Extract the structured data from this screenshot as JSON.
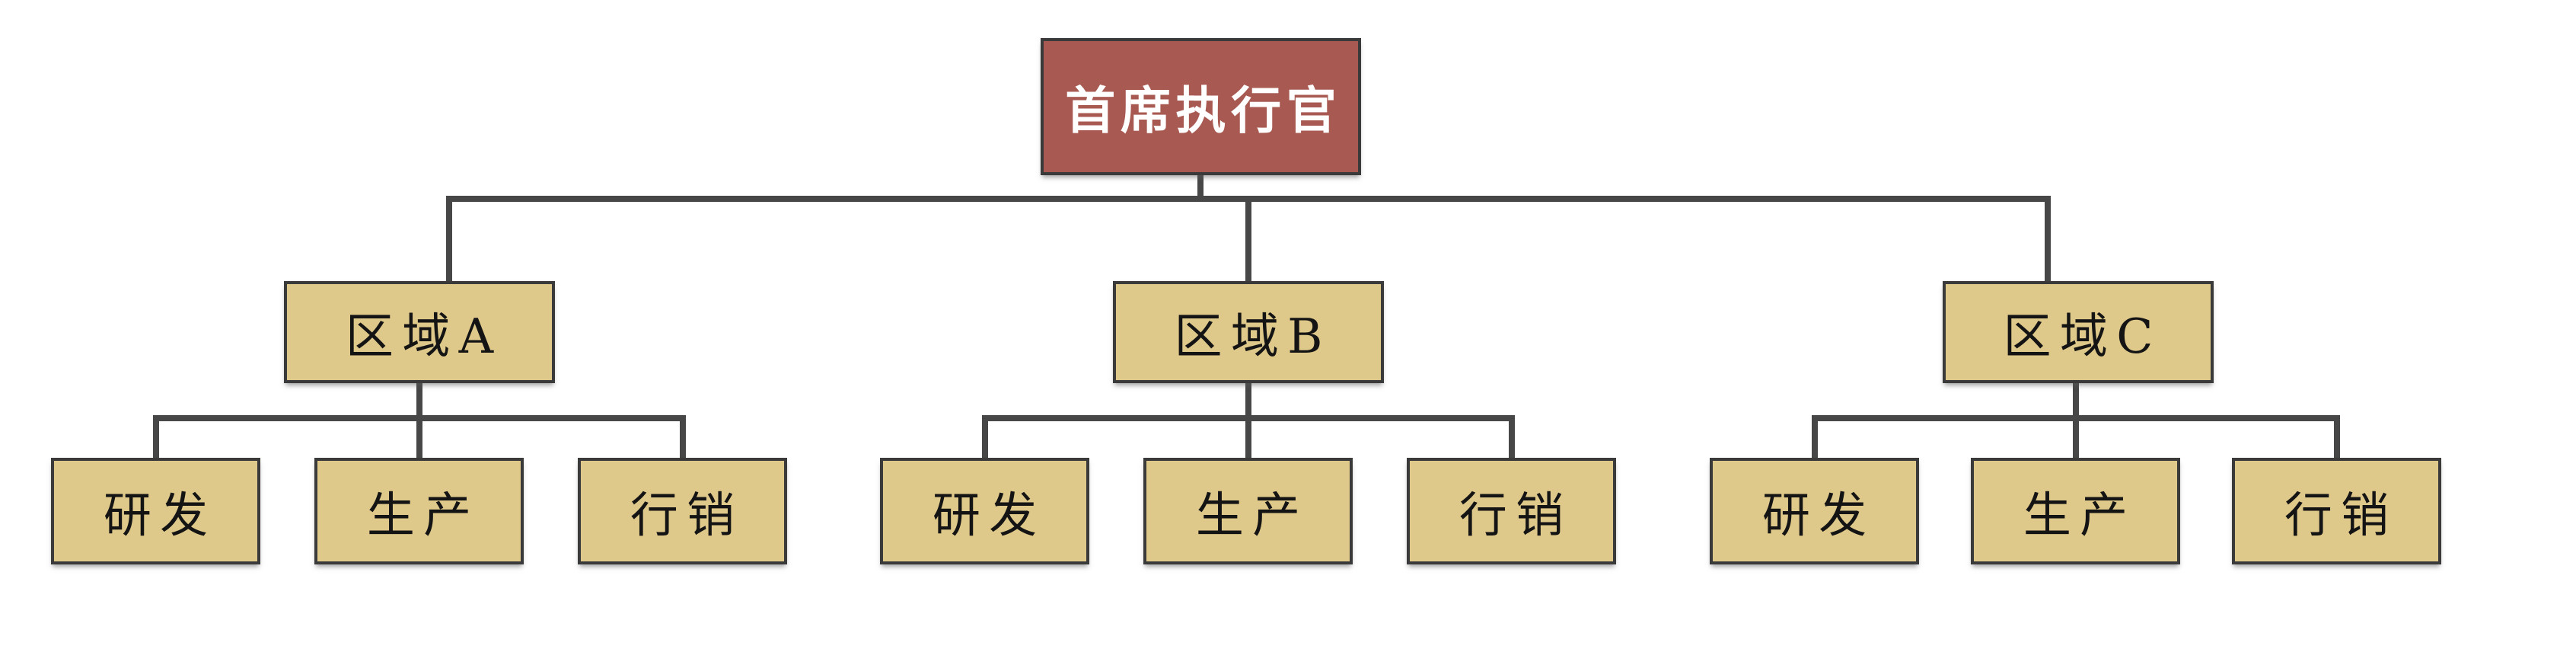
{
  "diagram": {
    "type": "org-chart",
    "root": {
      "label": "首席执行官"
    },
    "regions": [
      {
        "label": "区域A",
        "children": [
          "研发",
          "生产",
          "行销"
        ]
      },
      {
        "label": "区域B",
        "children": [
          "研发",
          "生产",
          "行销"
        ]
      },
      {
        "label": "区域C",
        "children": [
          "研发",
          "生产",
          "行销"
        ]
      }
    ],
    "colors": {
      "background": "#ffffff",
      "root_fill": "#a85a52",
      "root_text": "#ffffff",
      "node_fill": "#dfc98a",
      "node_text": "#141414",
      "border": "#3a3a3a",
      "line": "#474747"
    }
  }
}
